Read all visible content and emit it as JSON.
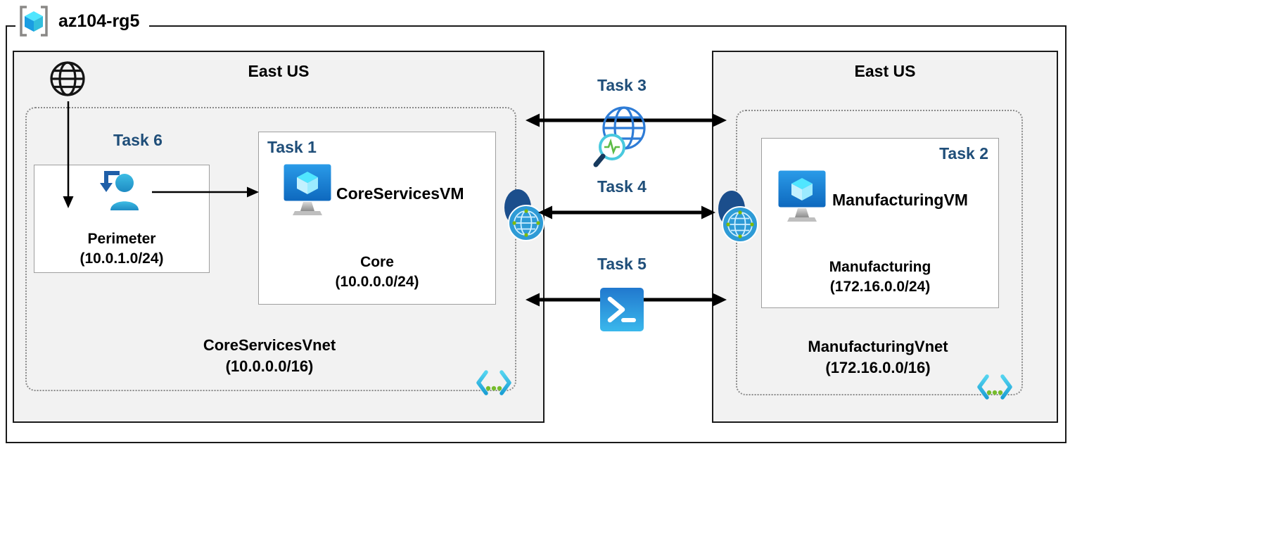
{
  "resource_group": {
    "name": "az104-rg5"
  },
  "left_region": {
    "title": "East US",
    "task6": "Task 6",
    "perimeter": {
      "name": "Perimeter",
      "cidr": "(10.0.1.0/24)"
    },
    "task1": "Task 1",
    "vm_name": "CoreServicesVM",
    "subnet": {
      "name": "Core",
      "cidr": "(10.0.0.0/24)"
    },
    "vnet": {
      "name": "CoreServicesVnet",
      "cidr": "(10.0.0.0/16)"
    }
  },
  "right_region": {
    "title": "East US",
    "task2": "Task 2",
    "vm_name": "ManufacturingVM",
    "subnet": {
      "name": "Manufacturing",
      "cidr": "(172.16.0.0/24)"
    },
    "vnet": {
      "name": "ManufacturingVnet",
      "cidr": "(172.16.0.0/16)"
    }
  },
  "connections": {
    "task3": "Task 3",
    "task4": "Task 4",
    "task5": "Task 5"
  },
  "icons": {
    "resource_group": "brackets-with-cube",
    "internet": "black-wireframe-globe",
    "perimeter_user": "user-with-entry-arrow",
    "virtual_machine": "monitor-with-cube",
    "peering": "vnet-peering-spheres",
    "network_watcher": "globe-with-magnifier-pulse",
    "powershell": "terminal-prompt-square",
    "virtual_network": "chevrons-with-green-dots"
  },
  "colors": {
    "task_label": "#1F4E79",
    "region_background": "#F2F2F2",
    "border": "#1A1A1A",
    "dotted_border": "#8A8A8A",
    "azure_blue": "#0F7FD8",
    "cube_light": "#50E6FF",
    "green_dots": "#76BC2D",
    "arrow": "#000000"
  }
}
